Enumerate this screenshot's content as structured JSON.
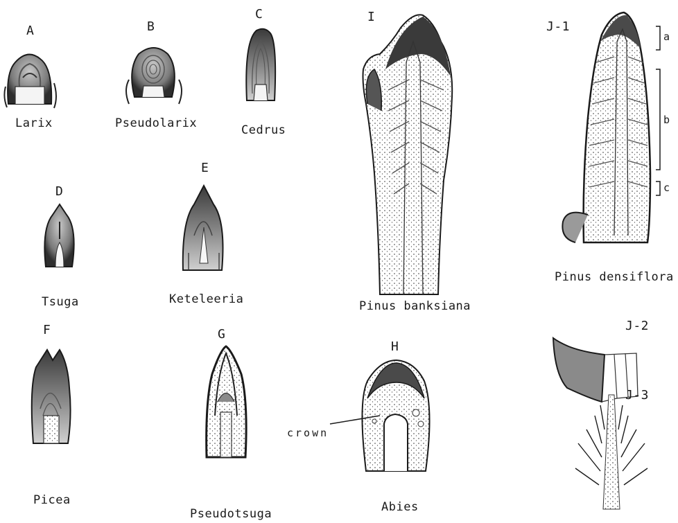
{
  "figure": {
    "panels": [
      {
        "id": "A",
        "letter": "A",
        "name": "Larix"
      },
      {
        "id": "B",
        "letter": "B",
        "name": "Pseudolarix"
      },
      {
        "id": "C",
        "letter": "C",
        "name": "Cedrus"
      },
      {
        "id": "D",
        "letter": "D",
        "name": "Tsuga"
      },
      {
        "id": "E",
        "letter": "E",
        "name": "Keteleeria"
      },
      {
        "id": "F",
        "letter": "F",
        "name": "Picea"
      },
      {
        "id": "G",
        "letter": "G",
        "name": "Pseudotsuga"
      },
      {
        "id": "H",
        "letter": "H",
        "name": "Abies"
      },
      {
        "id": "I",
        "letter": "I",
        "name": "Pinus banksiana"
      },
      {
        "id": "J1",
        "letter": "J-1",
        "name": "Pinus densiflora"
      },
      {
        "id": "J2",
        "letter": "J-2",
        "name": ""
      },
      {
        "id": "J3",
        "letter": "J-3",
        "name": ""
      }
    ],
    "annotations": {
      "crown": "crown",
      "zone_a": "a",
      "zone_b": "b",
      "zone_c": "c"
    },
    "colors": {
      "ink": "#1a1a1a",
      "shade_dark": "#3a3a3a",
      "shade_mid": "#8a8a8a",
      "shade_light": "#c8c8c8",
      "paper": "#ffffff"
    }
  }
}
